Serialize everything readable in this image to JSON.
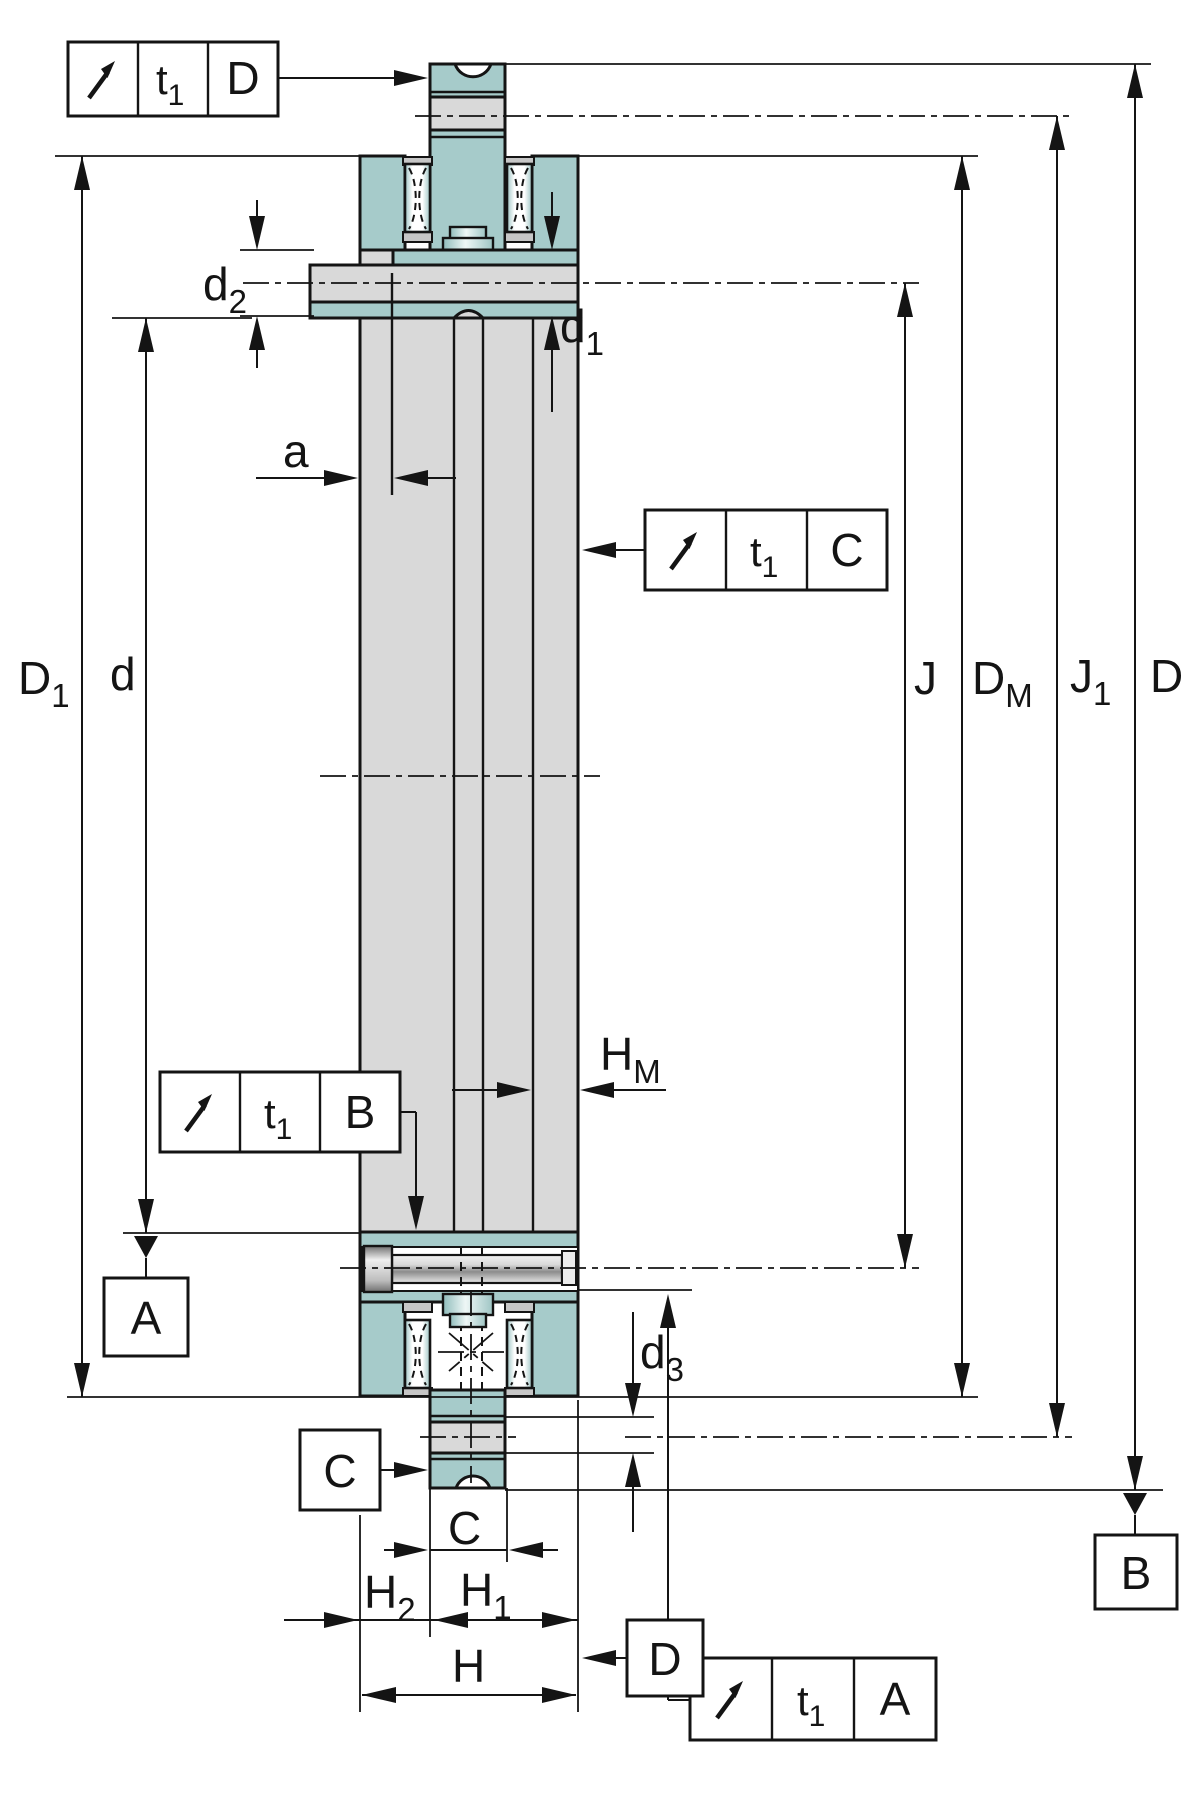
{
  "drawing": {
    "title": "axial-radial-bearing-cross-section",
    "colors": {
      "teal": "#a6cbca",
      "teal_light": "#dcecea",
      "gray": "#d9d9d9",
      "cap": "#c6c6c6",
      "line": "#141414",
      "bg": "#ffffff"
    },
    "frames": {
      "top_left": {
        "symbol": "circular-runout-icon",
        "tolerance": {
          "main": "t",
          "sub": "1"
        },
        "datum": "D"
      },
      "mid_right": {
        "symbol": "circular-runout-icon",
        "tolerance": {
          "main": "t",
          "sub": "1"
        },
        "datum": "C"
      },
      "mid_left": {
        "symbol": "circular-runout-icon",
        "tolerance": {
          "main": "t",
          "sub": "1"
        },
        "datum": "B"
      },
      "bottom_right": {
        "symbol": "circular-runout-icon",
        "tolerance": {
          "main": "t",
          "sub": "1"
        },
        "datum": "A"
      }
    },
    "datum_boxes": {
      "A": "A",
      "B": "B",
      "C": "C",
      "D": "D"
    },
    "dim_labels": {
      "D1": {
        "main": "D",
        "sub": "1"
      },
      "d": {
        "main": "d",
        "sub": ""
      },
      "J": {
        "main": "J",
        "sub": ""
      },
      "DM": {
        "main": "D",
        "sub": "M"
      },
      "J1": {
        "main": "J",
        "sub": "1"
      },
      "Dd": {
        "main": "D",
        "sub": ""
      },
      "d1": {
        "main": "d",
        "sub": "1"
      },
      "d2": {
        "main": "d",
        "sub": "2"
      },
      "d3": {
        "main": "d",
        "sub": "3"
      },
      "a": {
        "main": "a",
        "sub": ""
      },
      "HM": {
        "main": "H",
        "sub": "M"
      },
      "H1": {
        "main": "H",
        "sub": "1"
      },
      "H2": {
        "main": "H",
        "sub": "2"
      },
      "H": {
        "main": "H",
        "sub": ""
      },
      "C": {
        "main": "C",
        "sub": ""
      }
    }
  }
}
